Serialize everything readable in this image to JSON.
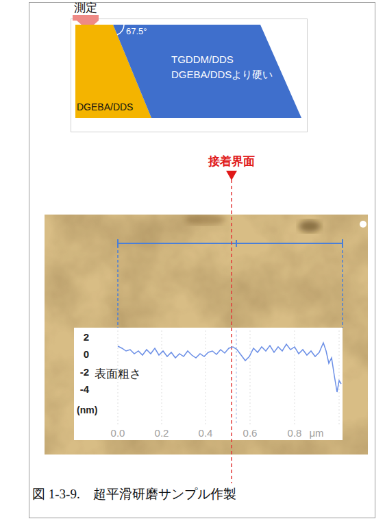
{
  "diagram": {
    "caption": "図 1-3-9.　超平滑研磨サンプル作製",
    "nodes": [
      {
        "text": [
          "DGEBA/DDS"
        ]
      },
      {
        "text": [
          "TGDDM/DDS",
          "DGEBA/DDSより硬い"
        ]
      }
    ],
    "labels": [
      "測定",
      "67.5°",
      "接着界面",
      "2",
      "0",
      "-2",
      "-4",
      "(nm)",
      "表面粗さ",
      "0.0",
      "0.2",
      "0.4",
      "0.6",
      "0.8",
      "μm"
    ]
  }
}
